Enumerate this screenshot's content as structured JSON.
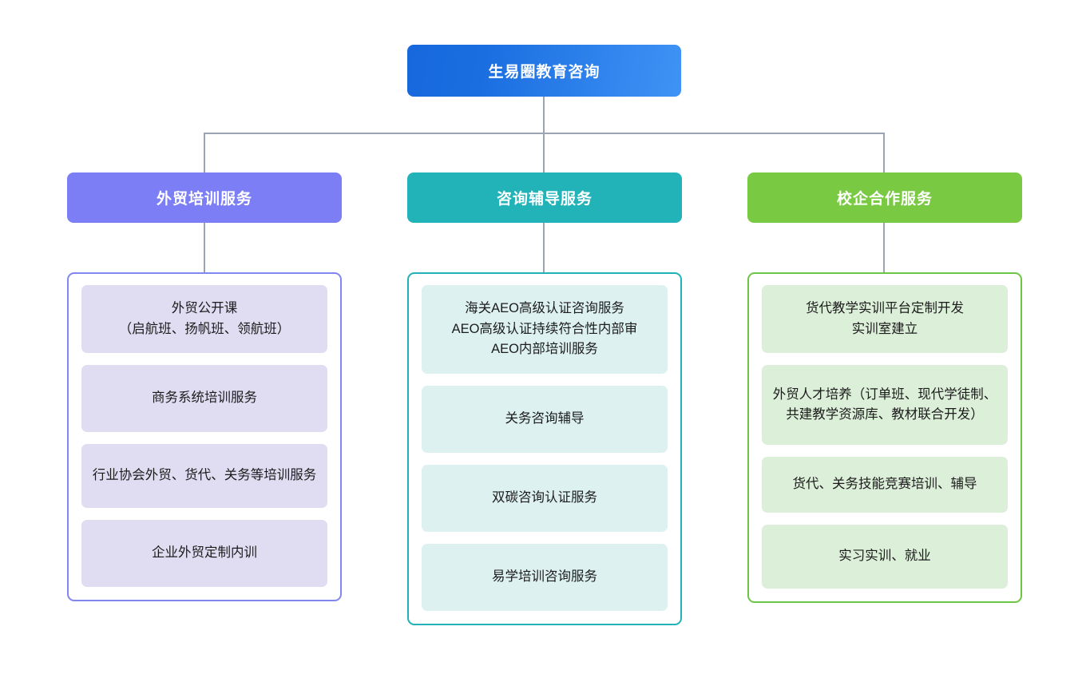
{
  "diagram": {
    "type": "organizational-tree",
    "root": {
      "label": "生易圈教育咨询",
      "color": "#1668dc",
      "gradient_to": "#3f93f5"
    },
    "branches": [
      {
        "id": "training",
        "header": "外贸培训服务",
        "header_color": "#7b7ef5",
        "border_color": "#8286f0",
        "item_color": "#e0ddf2",
        "items": [
          "外贸公开课\n（启航班、扬帆班、领航班）",
          "商务系统培训服务",
          "行业协会外贸、货代、关务等培训服务",
          "企业外贸定制内训"
        ]
      },
      {
        "id": "consulting",
        "header": "咨询辅导服务",
        "header_color": "#22b3b8",
        "border_color": "#20b2b7",
        "item_color": "#ddf1f1",
        "items": [
          "海关AEO高级认证咨询服务\nAEO高级认证持续符合性内部审\nAEO内部培训服务",
          "关务咨询辅导",
          "双碳咨询认证服务",
          "易学培训咨询服务"
        ]
      },
      {
        "id": "school-enterprise",
        "header": "校企合作服务",
        "header_color": "#7ac943",
        "border_color": "#6cc644",
        "item_color": "#dcefd9",
        "items": [
          "货代教学实训平台定制开发\n实训室建立",
          "外贸人才培养（订单班、现代学徒制、共建教学资源库、教材联合开发）",
          "货代、关务技能竞赛培训、辅导",
          "实习实训、就业"
        ]
      }
    ],
    "connector_color": "#9aa4b2"
  }
}
